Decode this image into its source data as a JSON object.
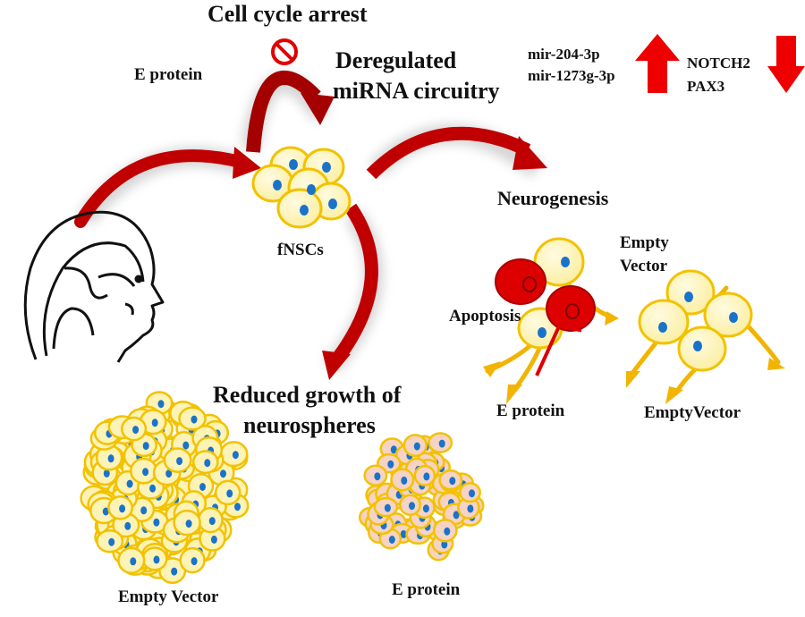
{
  "colors": {
    "arrow_red": "#c00000",
    "arrow_dark": "#8b0000",
    "cell_fill": "#fdf5b0",
    "cell_border": "#f2c200",
    "nucleus": "#1a73c9",
    "apoptotic_cell": "#dd0000",
    "neurosphere_small_fill": "#f6d3c4",
    "up_arrow": "#ee0000",
    "down_arrow": "#ee0000"
  },
  "labels": {
    "cell_cycle_arrest": "Cell cycle arrest",
    "e_protein_top": "E protein",
    "deregulated_line1": "Deregulated",
    "deregulated_line2": "miRNA circuitry",
    "mir_1": "mir-204-3p",
    "mir_2": "mir-1273g-3p",
    "notch2": "NOTCH2",
    "pax3": "PAX3",
    "fnscs": "fNSCs",
    "neurogenesis": "Neurogenesis",
    "empty_vector_line1": "Empty",
    "empty_vector_line2": "Vector",
    "apoptosis": "Apoptosis",
    "e_protein_neurons": "E protein",
    "empty_vector_neurons": "EmptyVector",
    "reduced_growth_line1": "Reduced growth of",
    "reduced_growth_line2": "neurospheres",
    "empty_vector_sphere": "Empty Vector",
    "e_protein_sphere": "E protein"
  },
  "icons": {
    "inhibition": "prohibition-icon",
    "up": "up-arrow-icon",
    "down": "down-arrow-icon",
    "head": "fetal-head-icon"
  }
}
